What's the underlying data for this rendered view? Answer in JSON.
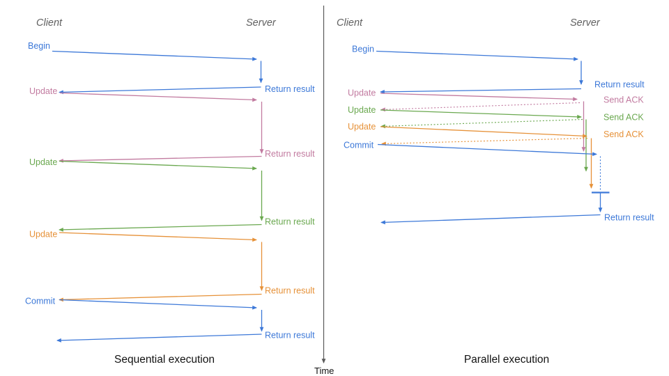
{
  "colors": {
    "blue": "#3c78d8",
    "pink": "#c27ba0",
    "green": "#6aa84f",
    "orange": "#e69138",
    "axis_gray": "#595959",
    "caption_black": "#121212"
  },
  "time_axis": {
    "label": "Time"
  },
  "left_panel": {
    "client_header": "Client",
    "server_header": "Server",
    "caption": "Sequential execution",
    "messages": [
      {
        "request": "Begin",
        "response": "Return result",
        "color": "blue"
      },
      {
        "request": "Update",
        "response": "Return result",
        "color": "pink"
      },
      {
        "request": "Update",
        "response": "Return result",
        "color": "green"
      },
      {
        "request": "Update",
        "response": "Return result",
        "color": "orange"
      },
      {
        "request": "Commit",
        "response": "Return result",
        "color": "blue"
      }
    ]
  },
  "right_panel": {
    "client_header": "Client",
    "server_header": "Server",
    "caption": "Parallel execution",
    "messages": [
      {
        "request": "Begin",
        "response": "Return result",
        "color": "blue"
      },
      {
        "request": "Update",
        "response": "Send ACK",
        "color": "pink"
      },
      {
        "request": "Update",
        "response": "Send ACK",
        "color": "green"
      },
      {
        "request": "Update",
        "response": "Send ACK",
        "color": "orange"
      },
      {
        "request": "Commit",
        "response": "Return result",
        "color": "blue"
      }
    ]
  }
}
